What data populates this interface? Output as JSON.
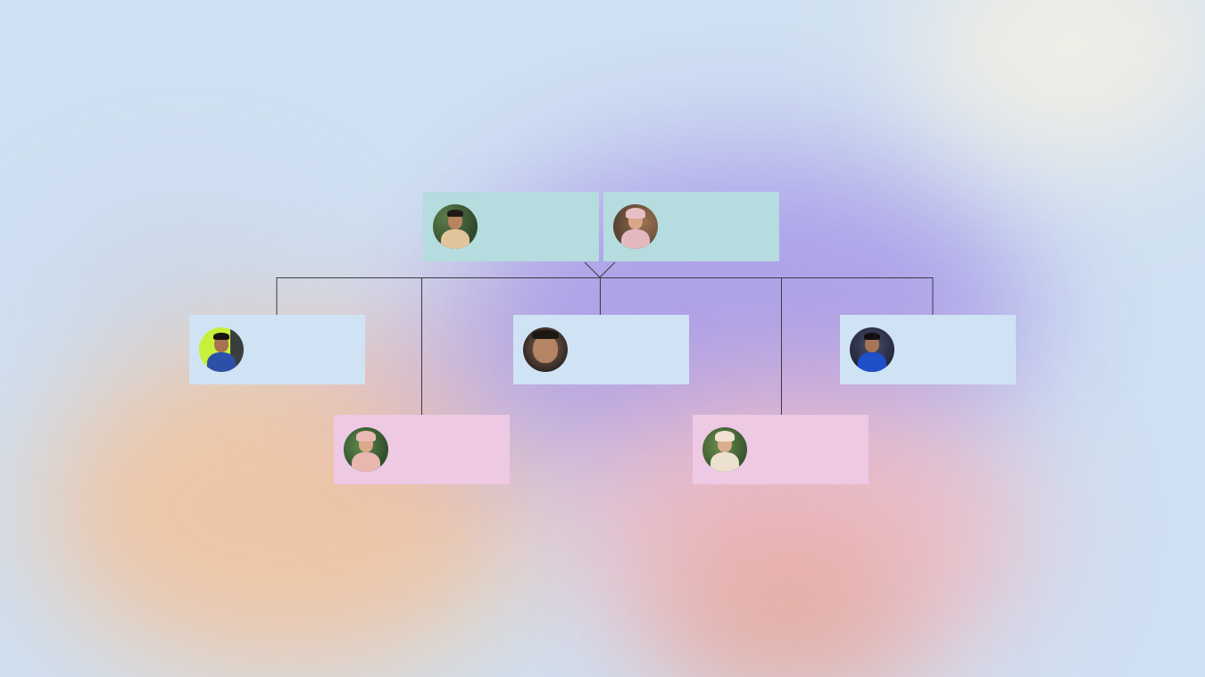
{
  "diagram": {
    "type": "family-tree",
    "parents": [
      {
        "id": "father",
        "icon": "portrait-man-outdoor",
        "color": "#b5dcdf"
      },
      {
        "id": "mother",
        "icon": "portrait-woman-hijab",
        "color": "#b5dcdf"
      }
    ],
    "children": [
      {
        "id": "child-1",
        "icon": "portrait-boy-green-background",
        "color": "#d0e3f5"
      },
      {
        "id": "child-2",
        "icon": "portrait-woman-garden",
        "color": "#eec9e4"
      },
      {
        "id": "child-3",
        "icon": "portrait-man-closeup",
        "color": "#d0e3f5"
      },
      {
        "id": "child-4",
        "icon": "portrait-woman-garden-light",
        "color": "#eec9e4"
      },
      {
        "id": "child-5",
        "icon": "portrait-boy-blue-shirt",
        "color": "#d0e3f5"
      }
    ],
    "colors": {
      "parent_card": "#b5dcdf",
      "son_card": "#d0e3f5",
      "daughter_card": "#eec9e4",
      "connector": "#3a3a44"
    }
  }
}
